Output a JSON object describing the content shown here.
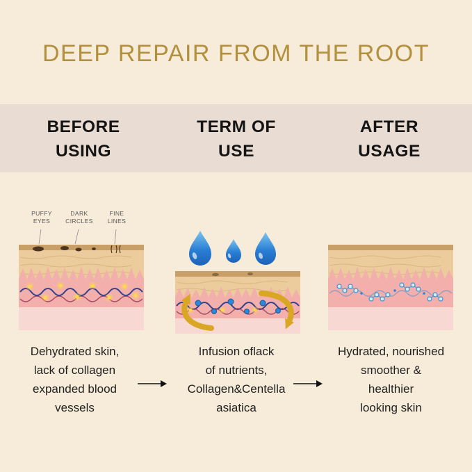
{
  "title": "DEEP REPAIR FROM THE ROOT",
  "columns": [
    {
      "header": "BEFORE\nUSING",
      "caption": "Dehydrated skin,\nlack of collagen\nexpanded blood\nvessels"
    },
    {
      "header": "TERM OF\nUSE",
      "caption": "Infusion oflack\nof nutrients,\nCollagen&Centella\nasiatica"
    },
    {
      "header": "AFTER\nUSAGE",
      "caption": "Hydrated, nourished\nsmoother &\nhealthier\nlooking skin"
    }
  ],
  "skin_labels": [
    "PUFFY\nEYES",
    "DARK\nCIRCLES",
    "FINE\nLINES"
  ],
  "icons": {
    "water_drop": "water-drop-icon",
    "gold_rotation_arrow": "gold-rotation-arrow-icon",
    "flow_arrow": "arrow-right-icon",
    "sparkle": "sparkle-dot-icon",
    "nutrient_dot": "nutrient-dot-icon",
    "hydration_chain": "hydration-molecule-chain-icon"
  },
  "colors": {
    "bg": "#f7ecd9",
    "band": "#e9dcd2",
    "title_gold": "#b3903e",
    "text_dark": "#141414",
    "caption": "#1f1f1f",
    "label_gray": "#5a5a5a",
    "arrow_black": "#111111",
    "skin_tan": "#eccb9d",
    "skin_tan_dark": "#c89f66",
    "grain": "#dcb680",
    "dermis_pink": "#f2afac",
    "dermis_light": "#f8d8d3",
    "spot_brown": "#4c3622",
    "vessel_blue": "#33418f",
    "vessel_red": "#8f3350",
    "sparkle_yellow": "#ffd84f",
    "gold": "#d9a724",
    "dot_blue": "#2f86d6",
    "chain_blue": "#3a8fd0"
  }
}
